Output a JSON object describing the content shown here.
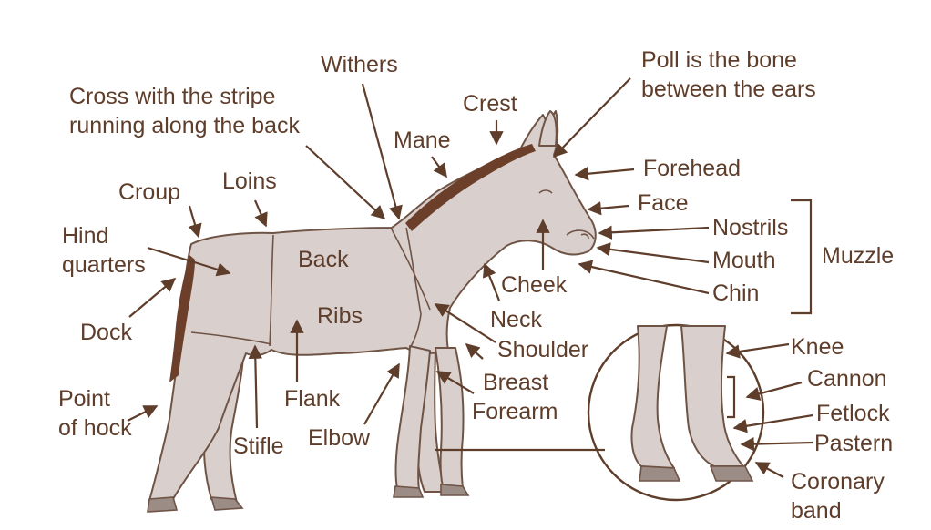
{
  "labels": {
    "withers": "Withers",
    "poll_line1": "Poll is the bone",
    "poll_line2": "between the ears",
    "cross_line1": "Cross with the stripe",
    "cross_line2": "running along the back",
    "crest": "Crest",
    "mane": "Mane",
    "forehead": "Forehead",
    "face": "Face",
    "croup": "Croup",
    "loins": "Loins",
    "hind_line1": "Hind",
    "hind_line2": "quarters",
    "back": "Back",
    "ribs": "Ribs",
    "nostrils": "Nostrils",
    "mouth": "Mouth",
    "chin": "Chin",
    "muzzle": "Muzzle",
    "cheek": "Cheek",
    "dock": "Dock",
    "neck": "Neck",
    "shoulder": "Shoulder",
    "knee": "Knee",
    "point_line1": "Point",
    "point_line2": "of hock",
    "flank": "Flank",
    "breast": "Breast",
    "forearm": "Forearm",
    "cannon": "Cannon",
    "fetlock": "Fetlock",
    "pastern": "Pastern",
    "stifle": "Stifle",
    "elbow": "Elbow",
    "coronary_line1": "Coronary",
    "coronary_line2": "band"
  },
  "colors": {
    "text": "#5e3d2b",
    "coat": "#d9cfcc",
    "mane": "#6b3f2a",
    "outline": "#6f5446"
  }
}
